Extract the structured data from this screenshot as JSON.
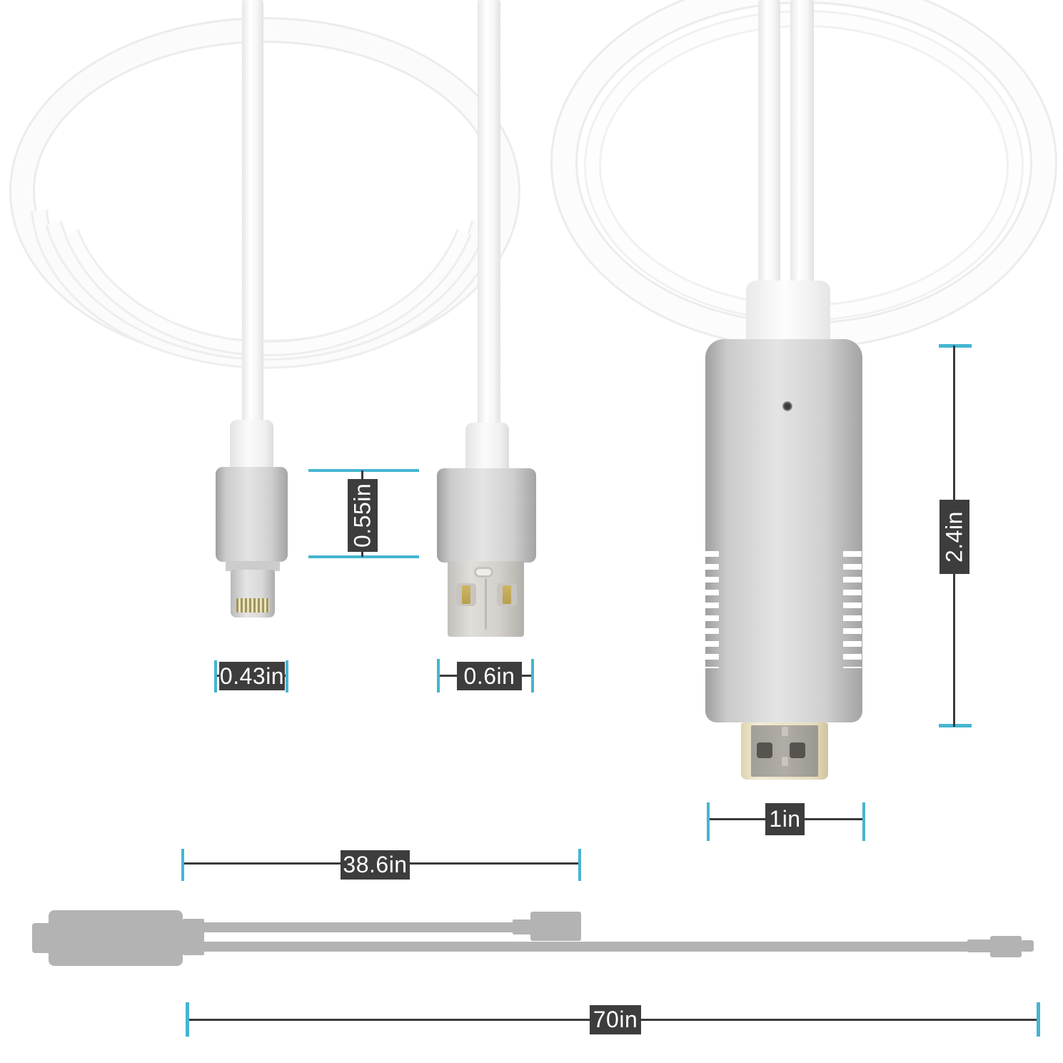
{
  "product_diagram": {
    "description_labels": {
      "lightning_plug_height": "0.55in",
      "lightning_plug_width": "0.43in",
      "usb_plug_width": "0.6in",
      "hdmi_unit_height": "2.4in",
      "hdmi_plug_width": "1in",
      "lightning_segment_length": "38.6in",
      "total_length": "70in"
    },
    "colors": {
      "dimension_tick": "#45b5d2",
      "dimension_line": "#3a3a3a",
      "label_background": "#3d3d3d",
      "label_text": "#ffffff",
      "silhouette_gray": "#b3b3b3"
    }
  }
}
